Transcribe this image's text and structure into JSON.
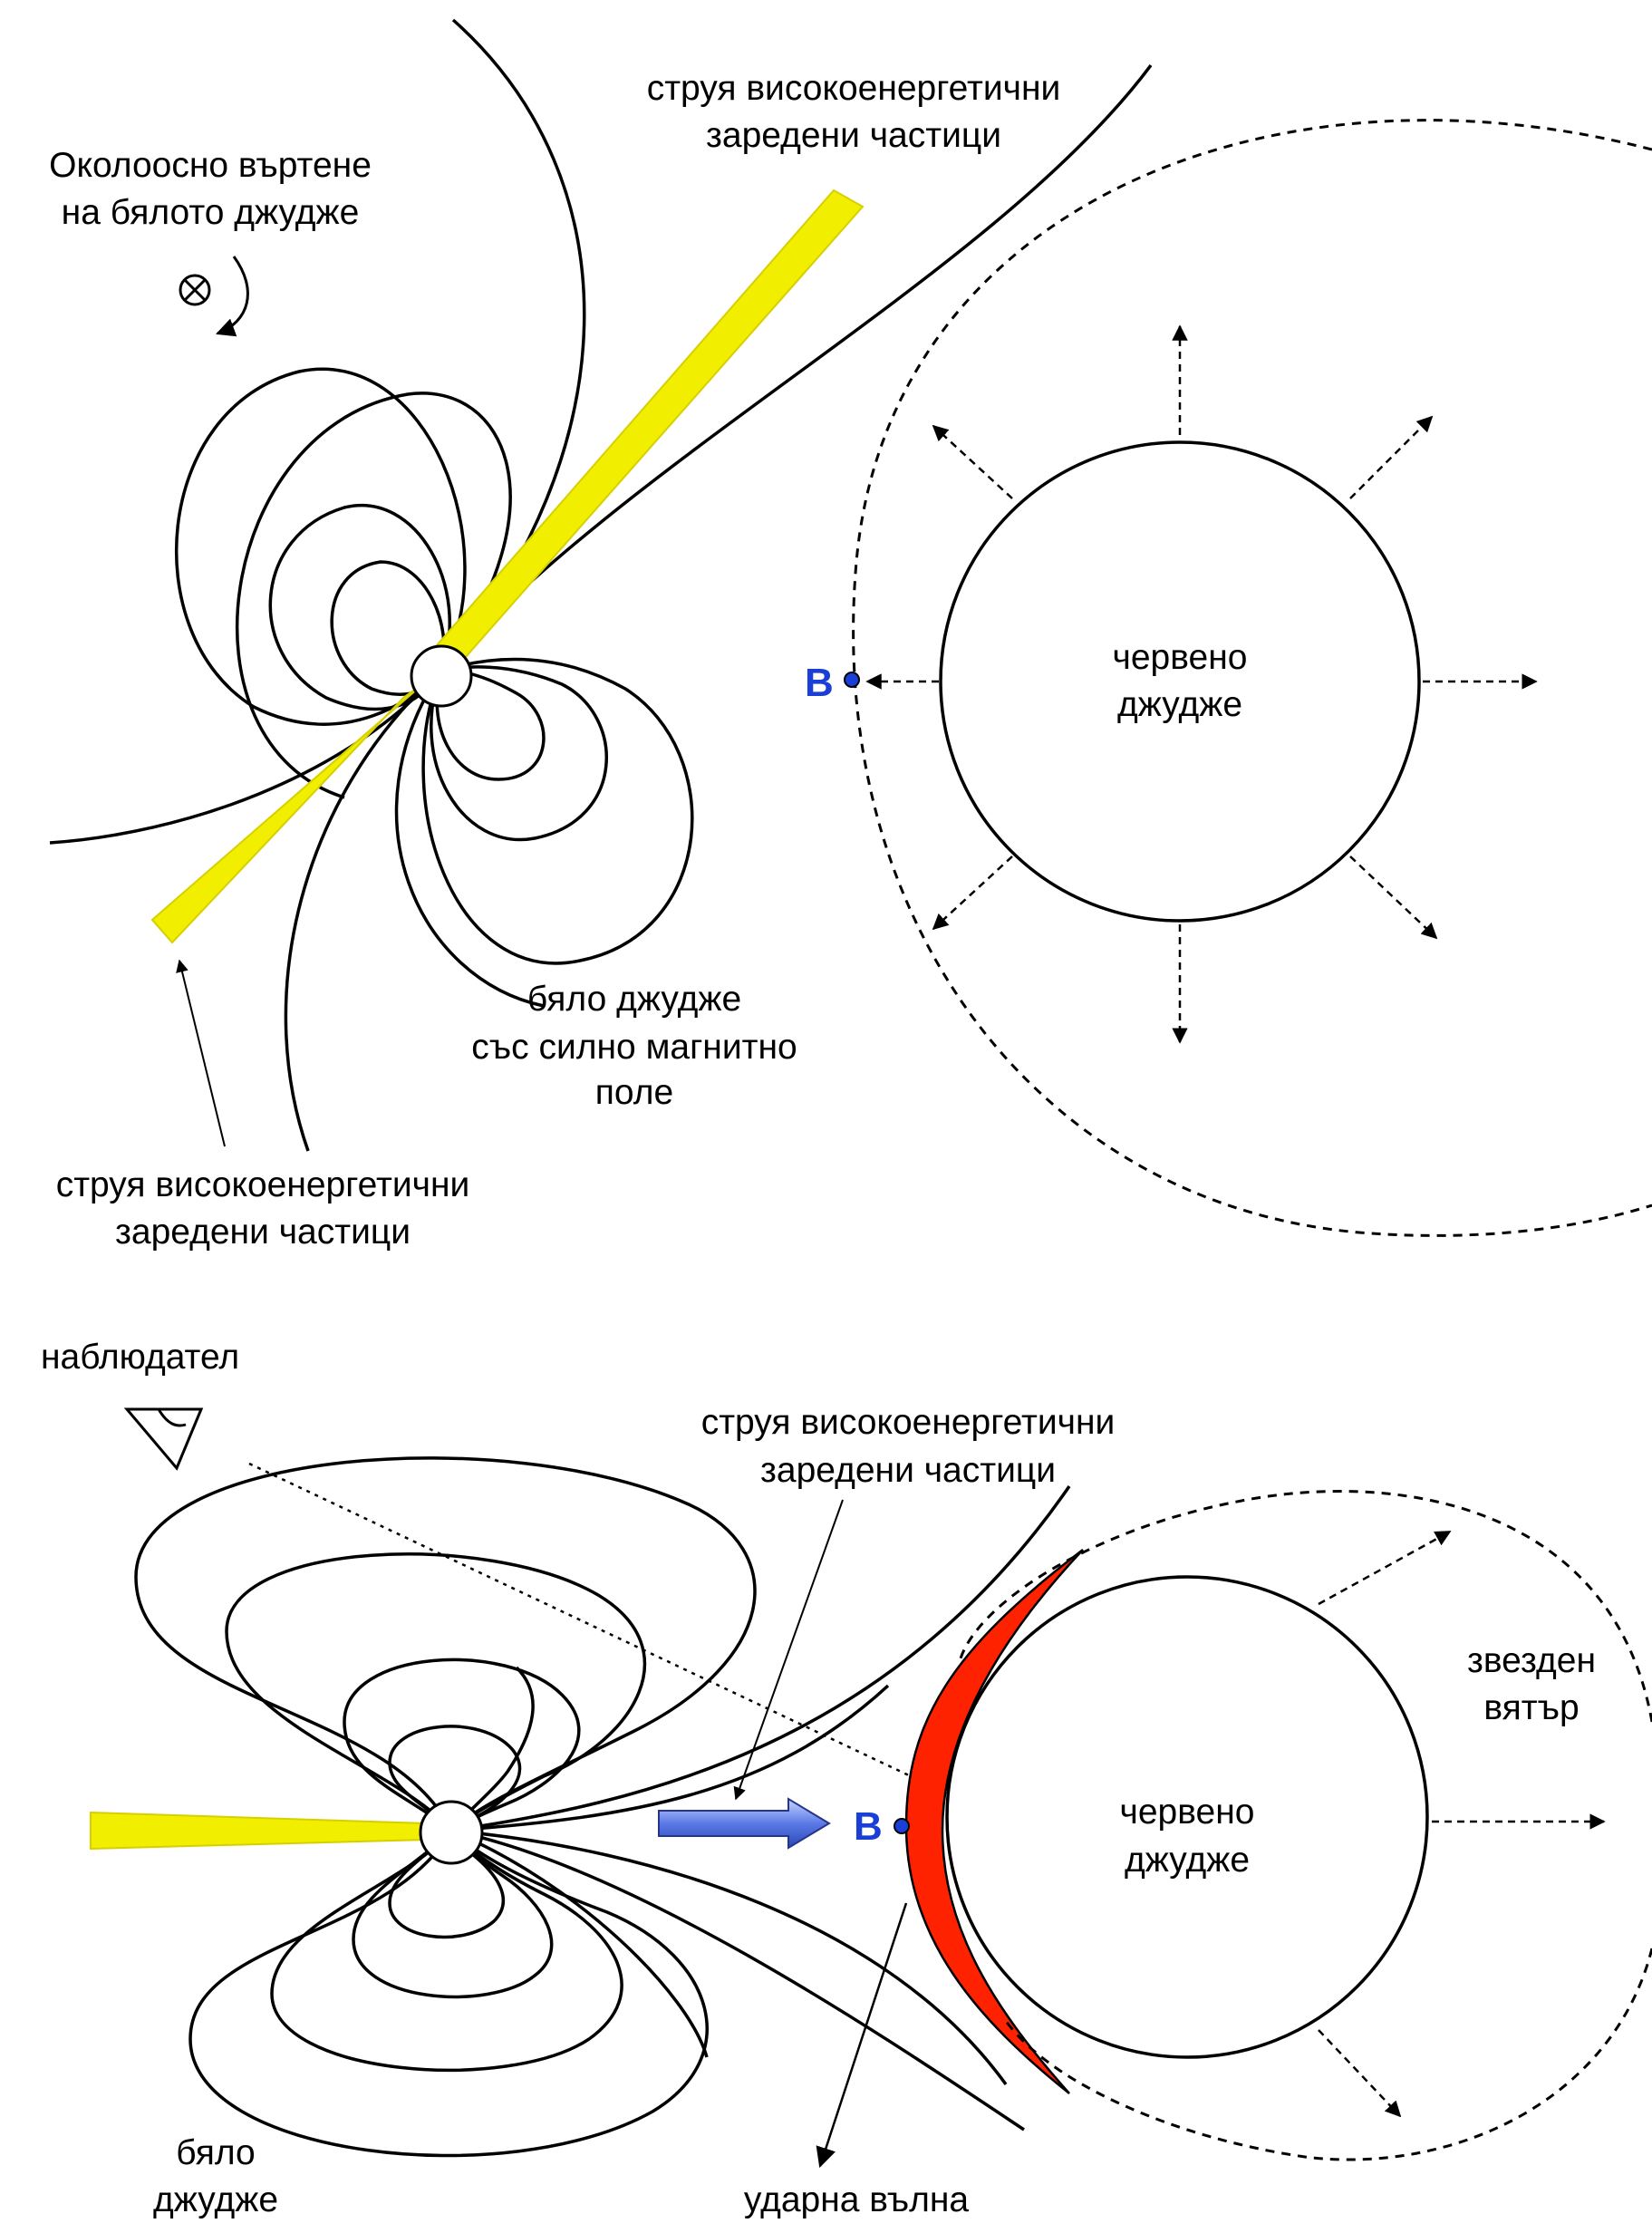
{
  "labels": {
    "rotation_line1": "Околоосно въртене",
    "rotation_line2": "на бялото джудже",
    "top_jet_line1": "струя високоенергетични",
    "top_jet_line2": "заредени частици",
    "left_jet_line1": "струя високоенергетични",
    "left_jet_line2": "заредени частици",
    "wd_line1": "бяло джудже",
    "wd_line2": "със силно магнитно",
    "wd_line3": "поле",
    "rd_top_line1": "червено",
    "rd_top_line2": "джудже",
    "point_top": "B",
    "observer": "наблюдател",
    "jet2_line1": "струя високоенергетични",
    "jet2_line2": "заредени частици",
    "wind_line1": "звезден",
    "wind_line2": "вятър",
    "rd_bottom_line1": "червено",
    "rd_bottom_line2": "джудже",
    "point_bottom": "B",
    "wd2_line1": "бяло",
    "wd2_line2": "джудже",
    "shock": "ударна вълна"
  },
  "colors": {
    "jet": "#f2ee00",
    "shock": "#ff2200",
    "point": "#1a3fd6",
    "arrow": "#4b6fe0"
  }
}
